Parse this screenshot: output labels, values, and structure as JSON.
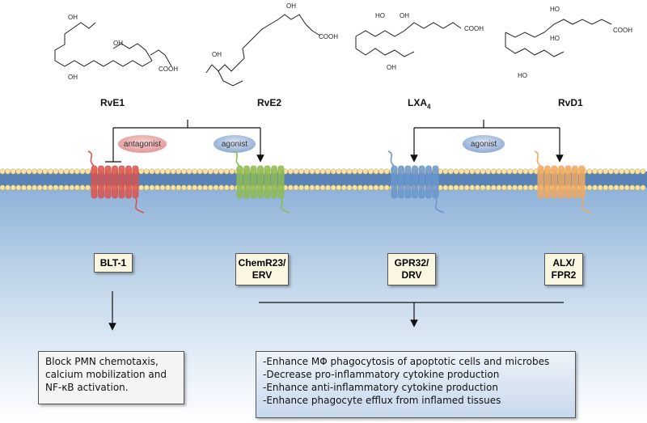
{
  "molecules": [
    {
      "name": "RvE1",
      "labels": [
        "OH",
        "OH",
        "OH",
        "COOH"
      ]
    },
    {
      "name": "RvE2",
      "labels": [
        "OH",
        "OH",
        "COOH"
      ]
    },
    {
      "name": "LXA",
      "subscript": "4",
      "labels": [
        "HO",
        "OH",
        "COOH",
        "OH"
      ]
    },
    {
      "name": "RvD1",
      "labels": [
        "HO",
        "HO",
        "COOH",
        "HO"
      ]
    }
  ],
  "pills": {
    "antagonist": "antagonist",
    "agonist_left": "agonist",
    "agonist_right": "agonist"
  },
  "receptors": [
    {
      "line1": "BLT-1",
      "line2": ""
    },
    {
      "line1": "ChemR23/",
      "line2": "ERV"
    },
    {
      "line1": "GPR32/",
      "line2": "DRV"
    },
    {
      "line1": "ALX/",
      "line2": "FPR2"
    }
  ],
  "outcomes": {
    "left": [
      "Block PMN chemotaxis,",
      "calcium mobilization and",
      "NF-κB activation."
    ],
    "right": [
      "-Enhance MΦ phagocytosis of apoptotic cells and microbes",
      "-Decrease pro-inflammatory cytokine production",
      "-Enhance anti-inflammatory cytokine production",
      "-Enhance phagocyte efflux from inflamed tissues"
    ]
  },
  "colors": {
    "antagonist_pill": "#e8a3a1",
    "agonist_pill": "#9fb5d8",
    "blt1_receptor": "#d9534f",
    "chemr23_receptor": "#8dbb52",
    "gpr32_receptor": "#6a96cc",
    "alx_receptor": "#f0a860",
    "membrane_head": "#f7e3a3",
    "membrane_tail": "#5a84b8"
  }
}
